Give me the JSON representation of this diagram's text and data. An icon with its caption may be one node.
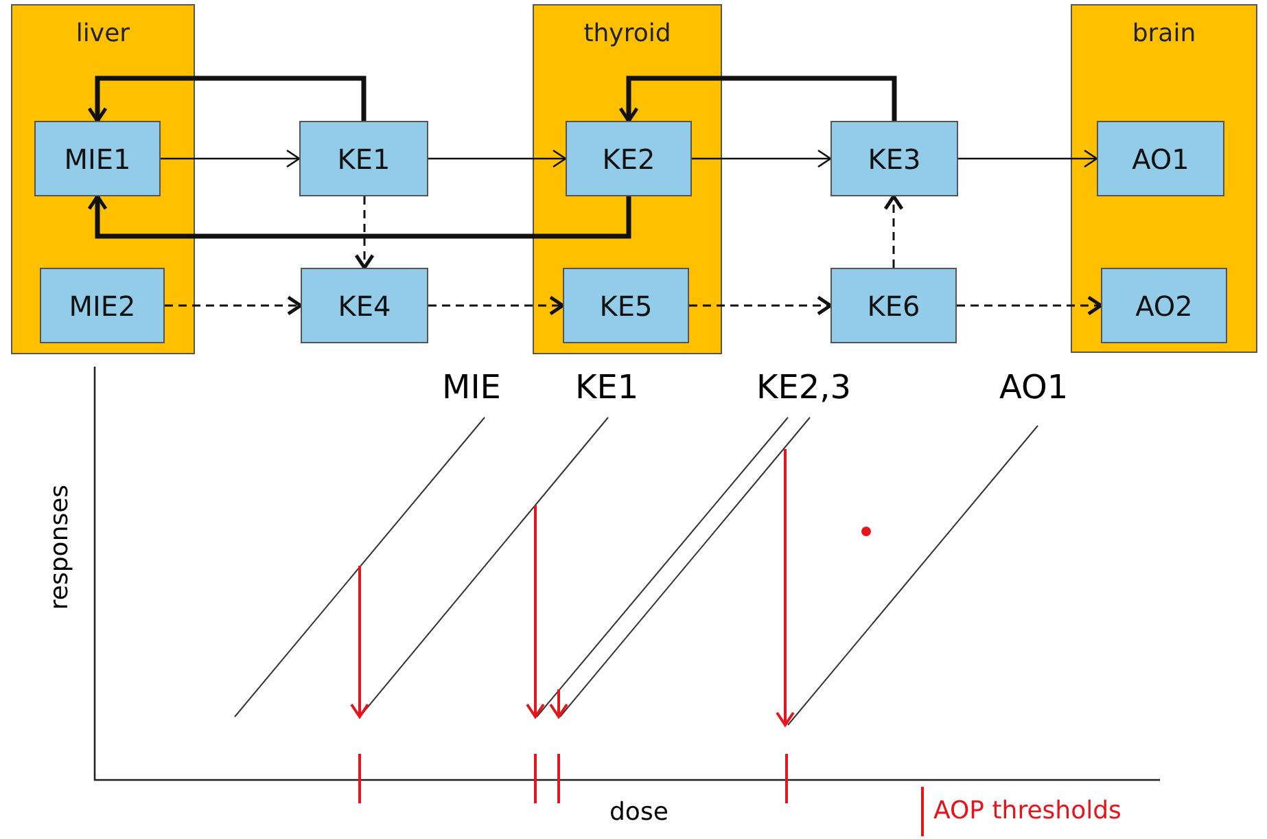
{
  "diagram": {
    "nodes": [
      {
        "text": [
          "liver"
        ]
      },
      {
        "text": [
          "MIE1"
        ],
        "in": 0
      },
      {
        "text": [
          "MIE2"
        ],
        "in": 0
      },
      {
        "text": [
          "KE1"
        ]
      },
      {
        "text": [
          "KE4"
        ]
      },
      {
        "text": [
          "thyroid"
        ]
      },
      {
        "text": [
          "KE2"
        ],
        "in": 5
      },
      {
        "text": [
          "KE5"
        ],
        "in": 5
      },
      {
        "text": [
          "KE3"
        ]
      },
      {
        "text": [
          "KE6"
        ]
      },
      {
        "text": [
          "brain"
        ]
      },
      {
        "text": [
          "AO1"
        ],
        "in": 10
      },
      {
        "text": [
          "AO2"
        ],
        "in": 10
      }
    ],
    "edges": [
      {
        "from": 3,
        "to": 1,
        "arrow": "to",
        "style": "thick"
      },
      {
        "from": 1,
        "to": 3,
        "arrow": "to"
      },
      {
        "from": 3,
        "to": 6,
        "arrow": "to"
      },
      {
        "from": 6,
        "to": 8,
        "arrow": "to"
      },
      {
        "from": 8,
        "to": 11,
        "arrow": "to"
      },
      {
        "from": 8,
        "to": 6,
        "arrow": "to",
        "style": "thick"
      },
      {
        "from": 6,
        "to": 1,
        "arrow": "to",
        "style": "thick"
      },
      {
        "from": 3,
        "to": 4,
        "arrow": "to",
        "style": "dashed"
      },
      {
        "from": 2,
        "to": 4,
        "arrow": "to",
        "style": "dashed"
      },
      {
        "from": 4,
        "to": 7,
        "arrow": "to",
        "style": "dashed"
      },
      {
        "from": 7,
        "to": 9,
        "arrow": "to",
        "style": "dashed"
      },
      {
        "from": 9,
        "to": 8,
        "arrow": "to",
        "style": "dashed"
      },
      {
        "from": 9,
        "to": 12,
        "arrow": "to",
        "style": "dashed"
      }
    ],
    "labels": [
      "MIE",
      "KE1",
      "KE2,3",
      "AO1",
      "responses",
      "dose"
    ],
    "legend": [
      {
        "text": "AOP thresholds"
      }
    ]
  }
}
